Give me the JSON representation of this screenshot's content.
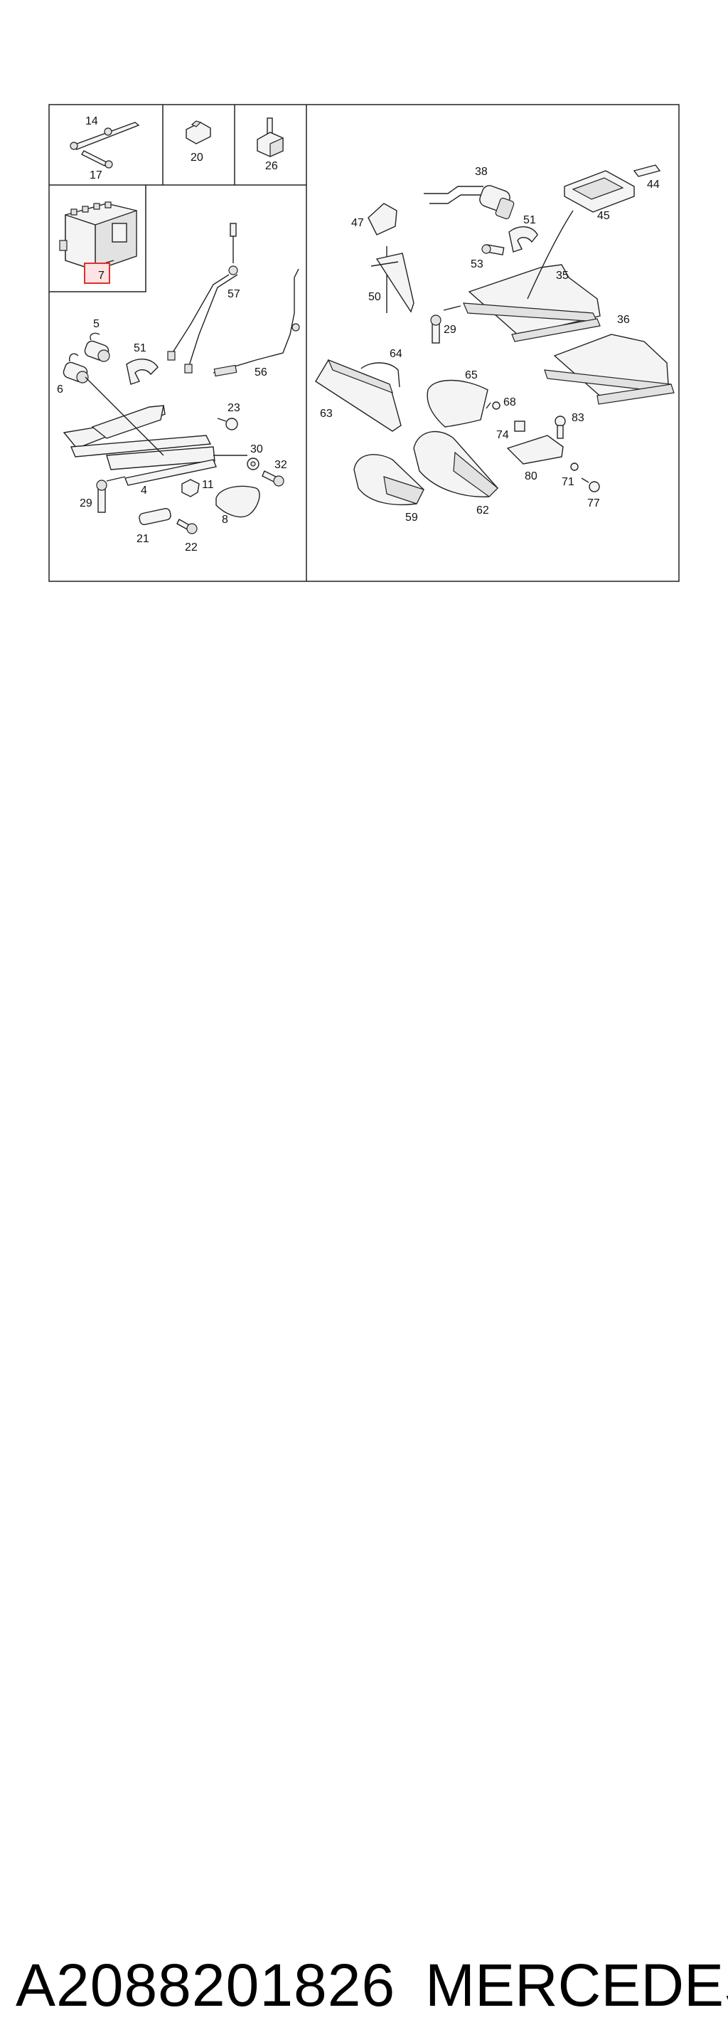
{
  "diagram": {
    "highlight_color": "#e0302a",
    "callouts": {
      "c14": "14",
      "c17": "17",
      "c20": "20",
      "c26": "26",
      "c7": "7",
      "c5": "5",
      "c6": "6",
      "c51a": "51",
      "c57": "57",
      "c56": "56",
      "c23": "23",
      "c30": "30",
      "c32": "32",
      "c29a": "29",
      "c4": "4",
      "c11": "11",
      "c8": "8",
      "c21": "21",
      "c22": "22",
      "c38": "38",
      "c44": "44",
      "c45": "45",
      "c47": "47",
      "c51b": "51",
      "c53": "53",
      "c35": "35",
      "c50": "50",
      "c29b": "29",
      "c36": "36",
      "c64": "64",
      "c65": "65",
      "c68": "68",
      "c63": "63",
      "c74": "74",
      "c83": "83",
      "c80": "80",
      "c71": "71",
      "c77": "77",
      "c59": "59",
      "c62": "62"
    }
  },
  "caption": {
    "part_number": "A2088201826",
    "brand": "MERCEDES"
  }
}
